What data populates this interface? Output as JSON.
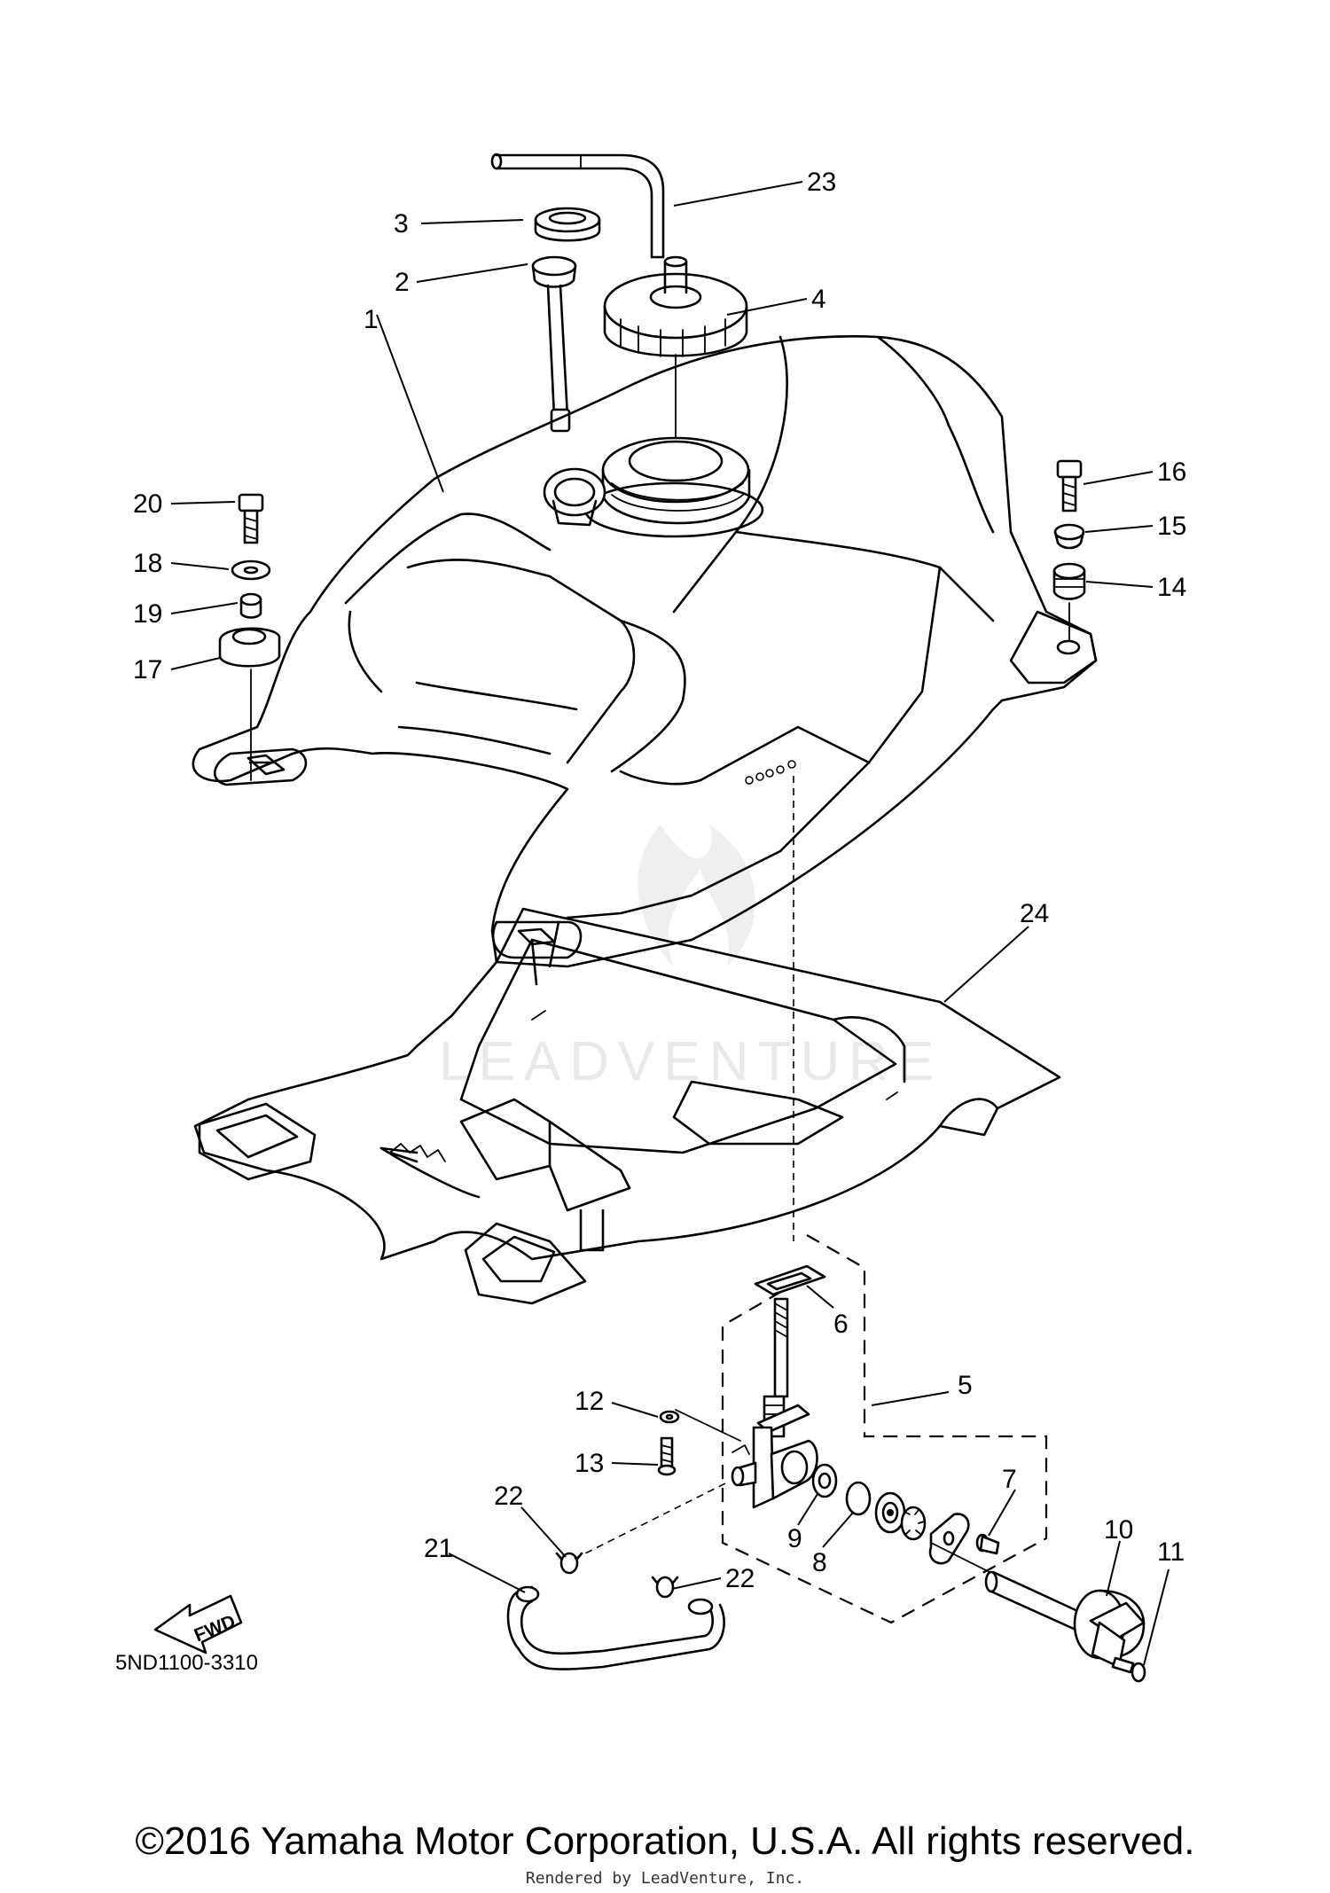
{
  "diagram_code": "5ND1100-3310",
  "fwd_label": "FWD",
  "watermark": "LEADVENTURE",
  "copyright": "©2016 Yamaha Motor Corporation, U.S.A. All rights reserved.",
  "rendered_by": "Rendered by LeadVenture, Inc.",
  "callouts": {
    "c1": "1",
    "c2": "2",
    "c3": "3",
    "c4": "4",
    "c5": "5",
    "c6": "6",
    "c7": "7",
    "c8": "8",
    "c9": "9",
    "c10": "10",
    "c11": "11",
    "c12": "12",
    "c13": "13",
    "c14": "14",
    "c15": "15",
    "c16": "16",
    "c17": "17",
    "c18": "18",
    "c19": "19",
    "c20": "20",
    "c21": "21",
    "c22a": "22",
    "c22b": "22",
    "c23": "23",
    "c24": "24"
  }
}
